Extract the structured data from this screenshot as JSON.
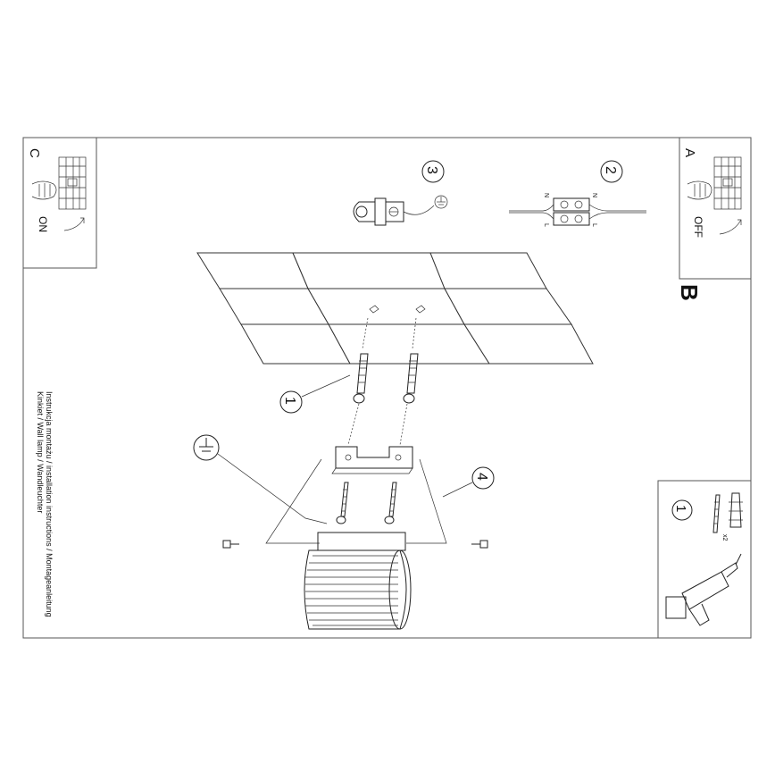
{
  "page": {
    "caption": "Instrukcja montażu / installation instructions / Montageanleitung",
    "subcaption": "Kinkiet / Wall lamp / Wandleuchter"
  },
  "panel_a": {
    "letter": "A",
    "switch_state": "OFF"
  },
  "panel_c": {
    "letter": "C",
    "switch_state": "ON"
  },
  "section_letter": "B",
  "steps": {
    "step1": "1",
    "step2": "2",
    "step3": "3",
    "step4": "4",
    "drill_step": "1"
  },
  "connector": {
    "label_n": "N",
    "label_l": "L"
  },
  "drill_panel": {
    "quantity": "x2"
  },
  "icons": {
    "ground": "ground-symbol-icon",
    "hand": "hand-pressing-switch-icon",
    "drill": "drill-icon"
  }
}
